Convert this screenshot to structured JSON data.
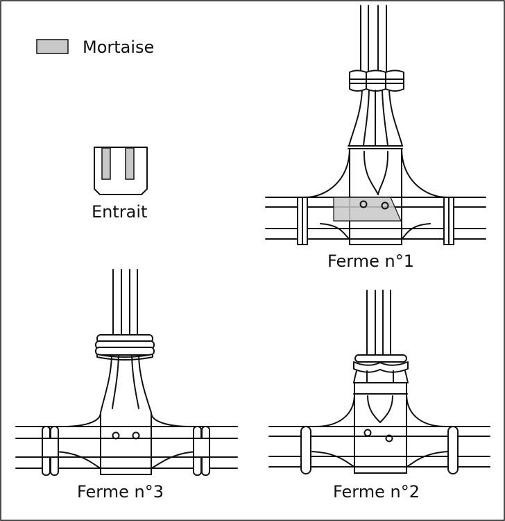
{
  "legend": {
    "label": "Mortaise",
    "swatch_color": "#c8c8c8"
  },
  "colors": {
    "stroke": "#111111",
    "mortise_fill": "#c8c8c8",
    "background": "#ffffff"
  },
  "labels": {
    "entrait": "Entrait",
    "ferme1": "Ferme n°1",
    "ferme2": "Ferme n°2",
    "ferme3": "Ferme n°3"
  }
}
